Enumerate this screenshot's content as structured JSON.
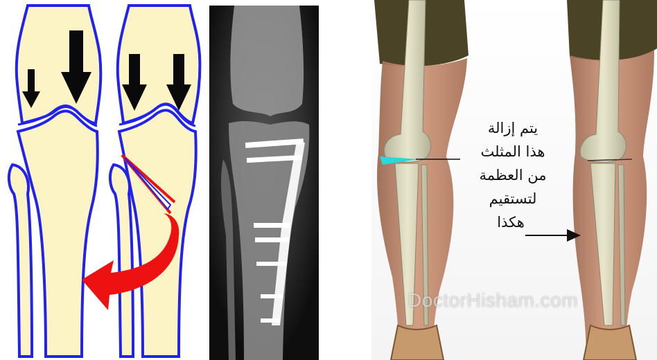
{
  "caption": {
    "lines": [
      "يتم إزالة",
      "هذا المثلث",
      "من العظمة",
      "لتستقيم",
      "هكذا"
    ]
  },
  "watermark": "DoctorHisham.com",
  "colors": {
    "bone_fill": "#fcf4c4",
    "bone_outline": "#2222ee",
    "load_arrow": "#0a0a0a",
    "rotation_arrow": "#ee1111",
    "wedge_highlight": "#2ad8d8",
    "xray_bg": "#0c0c0c",
    "skin": "#c98f72",
    "shorts": "#4a4325"
  },
  "icons": [
    "load-arrow-icon",
    "rotation-arrow-icon",
    "pointer-arrow-icon"
  ]
}
